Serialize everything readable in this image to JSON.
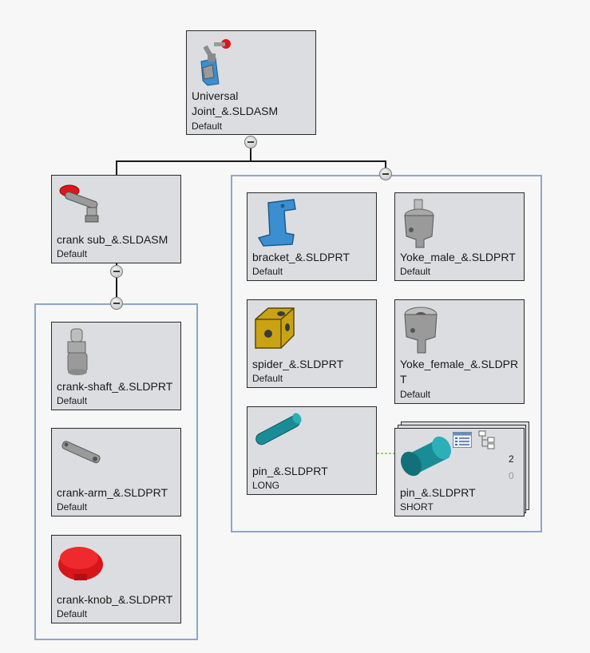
{
  "colors": {
    "node_fill": "#dcdde0",
    "node_border": "#2b2b2b",
    "group_border": "#8ea7c6",
    "link_dashed": "#7cc04c",
    "part_blue": "#3b8fd0",
    "part_gray": "#9a9a9a",
    "part_red": "#e0151a",
    "part_yellow": "#c9a313",
    "part_teal": "#1a8c96"
  },
  "root": {
    "icon": "universal-joint-assembly-icon",
    "label": "Universal\nJoint_&.SLDASM",
    "config": "Default"
  },
  "crank_sub": {
    "icon": "crank-sub-assembly-icon",
    "label": "crank sub_&.SLDASM",
    "config": "Default"
  },
  "crank_parts": [
    {
      "icon": "crank-shaft-icon",
      "label": "crank-shaft_&.SLDPRT",
      "config": "Default"
    },
    {
      "icon": "crank-arm-icon",
      "label": "crank-arm_&.SLDPRT",
      "config": "Default"
    },
    {
      "icon": "crank-knob-icon",
      "label": "crank-knob_&.SLDPRT",
      "config": "Default"
    }
  ],
  "ujoint_parts": [
    {
      "icon": "bracket-icon",
      "label": "bracket_&.SLDPRT",
      "config": "Default"
    },
    {
      "icon": "yoke-male-icon",
      "label": "Yoke_male_&.SLDPRT",
      "config": "Default"
    },
    {
      "icon": "spider-icon",
      "label": "spider_&.SLDPRT",
      "config": "Default"
    },
    {
      "icon": "yoke-female-icon",
      "label": "Yoke_female_&.SLDPR\nT",
      "config": "Default"
    },
    {
      "icon": "pin-long-icon",
      "label": "pin_&.SLDPRT",
      "config": "LONG"
    },
    {
      "icon": "pin-short-icon",
      "label": "pin_&.SLDPRT",
      "config": "SHORT",
      "count": "2",
      "count_secondary": "0"
    }
  ]
}
